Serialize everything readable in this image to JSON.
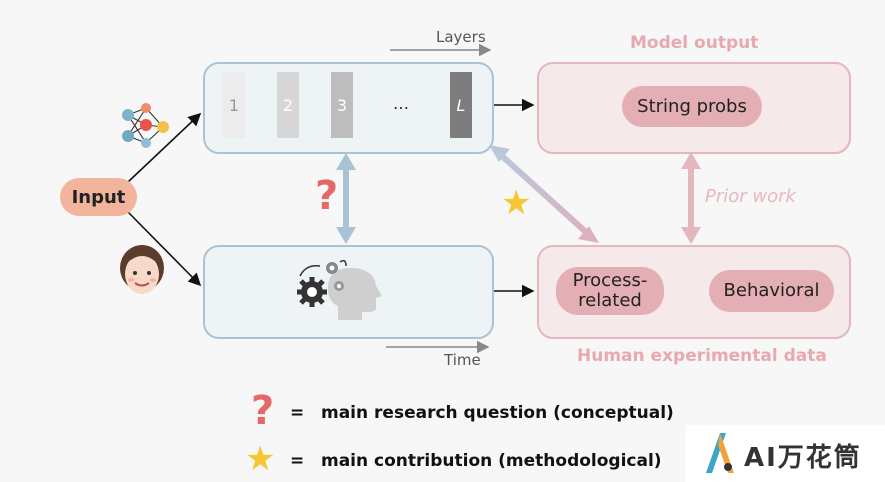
{
  "diagram": {
    "layers_label": "Layers",
    "time_label": "Time",
    "model_output_title": "Model output",
    "human_data_title": "Human experimental data",
    "prior_work_label": "Prior work",
    "input_label": "Input",
    "string_probs": "String probs",
    "process_related": "Process-\nrelated",
    "behavioral": "Behavioral",
    "layers": [
      "1",
      "2",
      "3",
      "…",
      "L"
    ],
    "layer_colors": [
      "#ececec",
      "#d7d7d7",
      "#bdbdbd",
      "",
      "#7d7d7d"
    ]
  },
  "legend": {
    "question_eq": "=",
    "question_text": "main research question (conceptual)",
    "star_eq": "=",
    "star_text": "main contribution (methodological)"
  },
  "watermark": {
    "text": "AI万花筒"
  },
  "colors": {
    "accent_blue": "#a9c3d6",
    "accent_pink": "#e3b7bc",
    "question_red": "#e56766",
    "star_yellow": "#f7c52f"
  }
}
